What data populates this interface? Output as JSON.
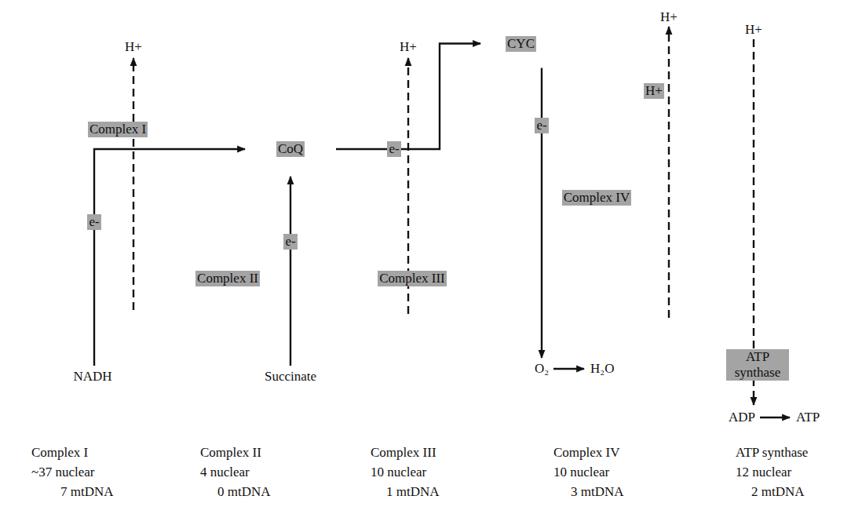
{
  "diagram": {
    "nodes": [
      {
        "text": [
          "Complex I"
        ]
      },
      {
        "text": [
          "CoQ"
        ]
      },
      {
        "text": [
          "Complex II"
        ]
      },
      {
        "text": [
          "Complex III"
        ]
      },
      {
        "text": [
          "CYC"
        ]
      },
      {
        "text": [
          "Complex IV"
        ]
      },
      {
        "text": [
          "ATP synthase"
        ]
      }
    ],
    "edges": [
      {
        "from": 0,
        "to": 1,
        "arrow": "to"
      },
      {
        "from": 2,
        "to": 1,
        "arrow": "to"
      },
      {
        "from": 1,
        "to": 4,
        "arrow": "to"
      },
      {
        "from": 4,
        "to": 5,
        "arrow": "none"
      }
    ],
    "labels": [
      "H+",
      "H+",
      "H+",
      "H+",
      "H+",
      "e-",
      "e-",
      "e-",
      "e-",
      "NADH",
      "Succinate",
      "O₂",
      "H₂O",
      "ADP",
      "ATP",
      "Complex I",
      "~37 nuclear",
      "7 mtDNA",
      "Complex II",
      "4 nuclear",
      "0 mtDNA",
      "Complex III",
      "10 nuclear",
      "1 mtDNA",
      "Complex IV",
      "10 nuclear",
      "3 mtDNA",
      "ATP synthase",
      "12 nuclear",
      "2 mtDNA"
    ]
  }
}
